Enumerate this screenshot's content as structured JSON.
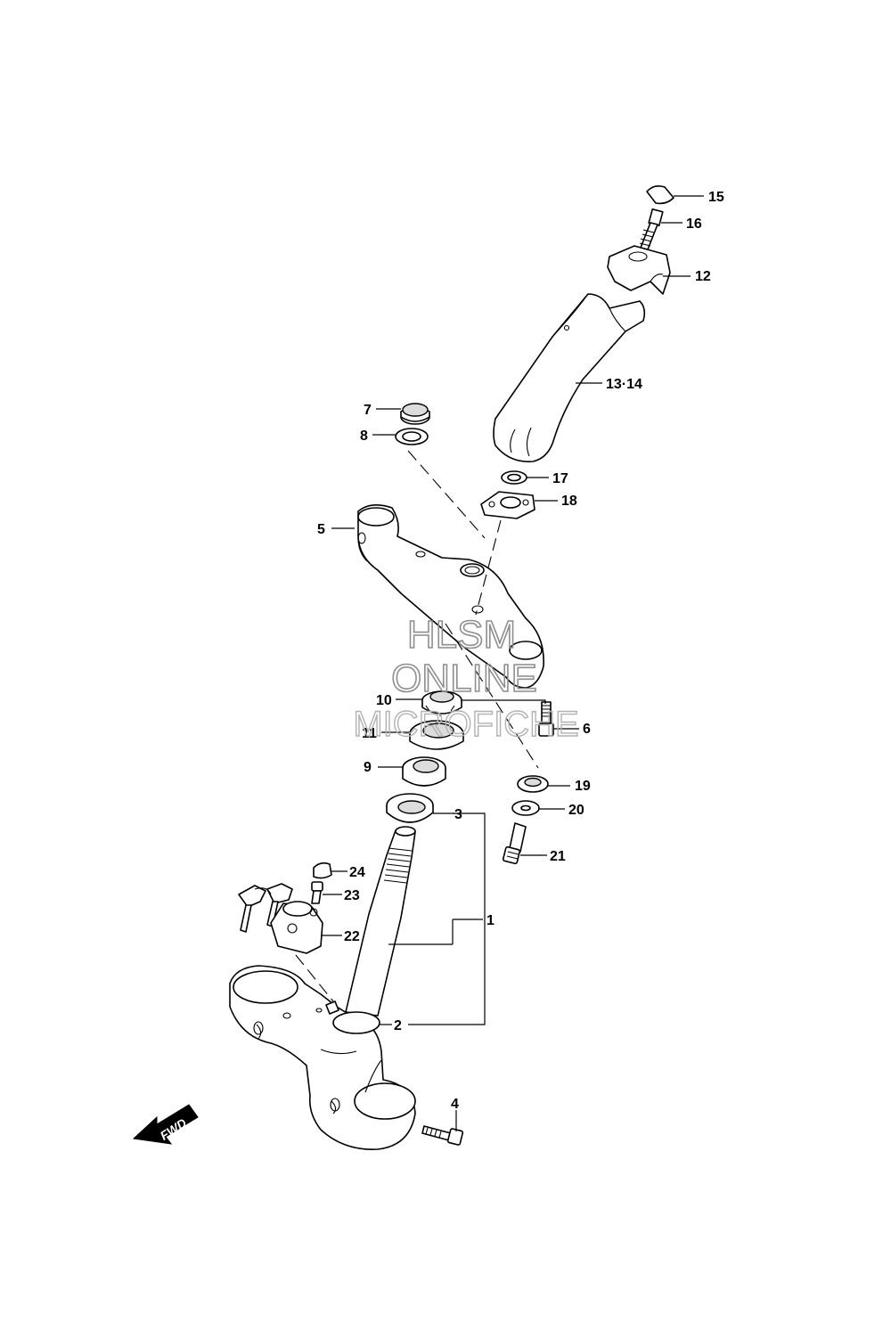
{
  "parts": [
    {
      "id": "15",
      "label": "15"
    },
    {
      "id": "16",
      "label": "16"
    },
    {
      "id": "12",
      "label": "12"
    },
    {
      "id": "13-14",
      "label": "13·14"
    },
    {
      "id": "7",
      "label": "7"
    },
    {
      "id": "8",
      "label": "8"
    },
    {
      "id": "17",
      "label": "17"
    },
    {
      "id": "18",
      "label": "18"
    },
    {
      "id": "5",
      "label": "5"
    },
    {
      "id": "10",
      "label": "10"
    },
    {
      "id": "6",
      "label": "6"
    },
    {
      "id": "11",
      "label": "11"
    },
    {
      "id": "9",
      "label": "9"
    },
    {
      "id": "19",
      "label": "19"
    },
    {
      "id": "20",
      "label": "20"
    },
    {
      "id": "3",
      "label": "3"
    },
    {
      "id": "21",
      "label": "21"
    },
    {
      "id": "24",
      "label": "24"
    },
    {
      "id": "23",
      "label": "23"
    },
    {
      "id": "1",
      "label": "1"
    },
    {
      "id": "22",
      "label": "22"
    },
    {
      "id": "2",
      "label": "2"
    },
    {
      "id": "4",
      "label": "4"
    }
  ],
  "watermark": {
    "line1": "HLSM",
    "line2": "ONLINE",
    "line3": "MICROFICHE"
  },
  "direction_arrow": {
    "label": "FWD"
  }
}
